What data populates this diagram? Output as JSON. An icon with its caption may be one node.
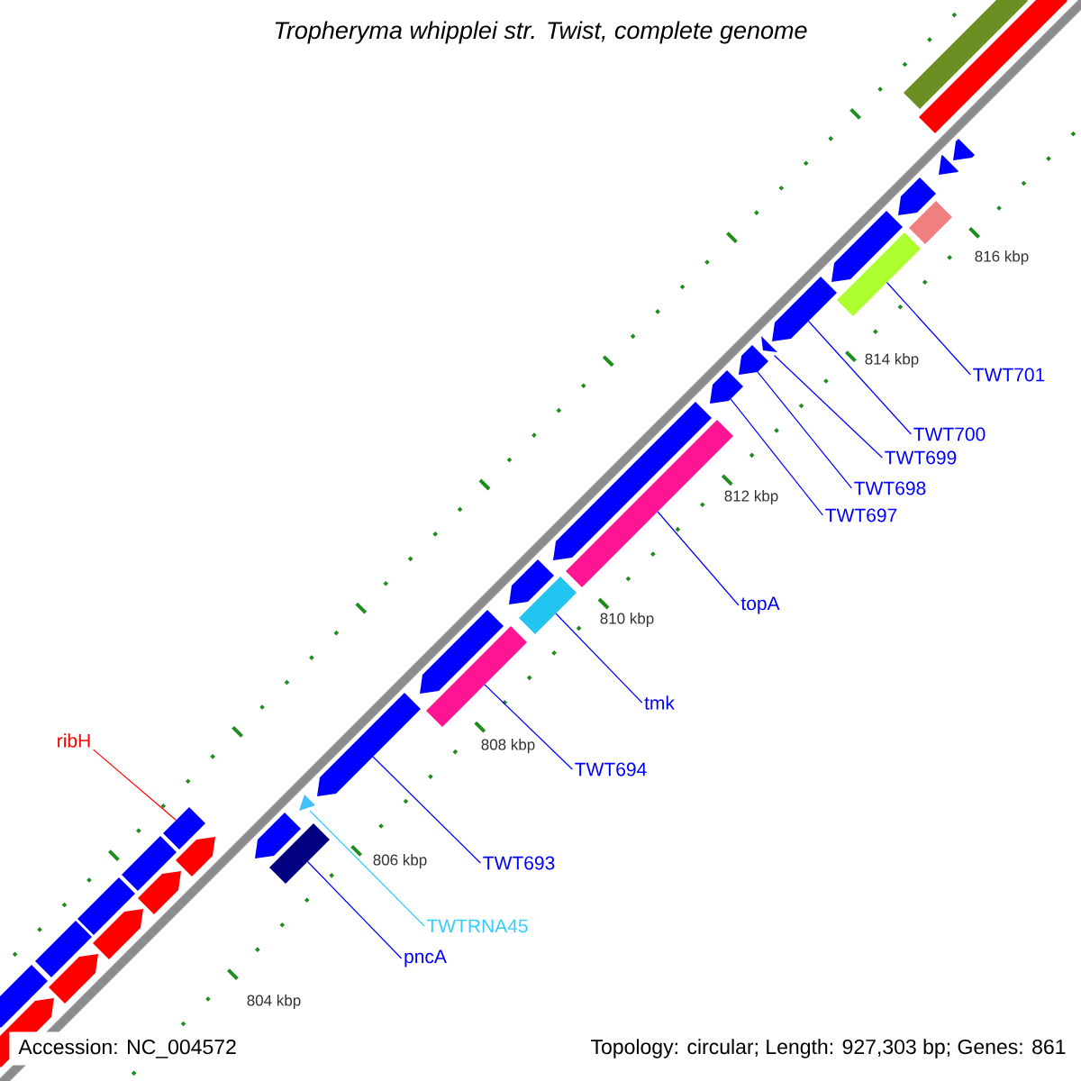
{
  "diagram": {
    "title": "Tropheryma whipplei str. Twist, complete genome",
    "nodes": [
      {
        "text": [
          "TWT701"
        ]
      },
      {
        "text": [
          "TWT700"
        ]
      },
      {
        "text": [
          "TWT699"
        ]
      },
      {
        "text": [
          "TWT698"
        ]
      },
      {
        "text": [
          "TWT697"
        ]
      },
      {
        "text": [
          "topA"
        ]
      },
      {
        "text": [
          "tmk"
        ]
      },
      {
        "text": [
          "ribH"
        ]
      },
      {
        "text": [
          "TWT694"
        ]
      },
      {
        "text": [
          "TWT693"
        ]
      },
      {
        "text": [
          "TWTRNA45"
        ]
      },
      {
        "text": [
          "pncA"
        ]
      },
      {
        "text": [],
        "shape": "bar"
      },
      {
        "text": [],
        "shape": "pentagon"
      },
      {
        "text": [],
        "shape": "bar"
      },
      {
        "text": [],
        "shape": "pentagon"
      },
      {
        "text": [],
        "shape": "bar"
      },
      {
        "text": [],
        "shape": "pentagon"
      },
      {
        "text": [],
        "shape": "bar"
      },
      {
        "text": [],
        "shape": "pentagon"
      },
      {
        "text": [],
        "shape": "bar"
      },
      {
        "text": [],
        "shape": "pentagon"
      },
      {
        "text": [],
        "shape": "pentagon"
      },
      {
        "text": [],
        "shape": "bar"
      },
      {
        "text": [],
        "shape": "pentagon"
      },
      {
        "text": [],
        "shape": "pentagon"
      },
      {
        "text": [],
        "shape": "bar"
      },
      {
        "text": [],
        "shape": "pentagon"
      },
      {
        "text": [],
        "shape": "pentagon"
      },
      {
        "text": [],
        "shape": "bar"
      },
      {
        "text": [],
        "shape": "pentagon"
      },
      {
        "text": [],
        "shape": "bar"
      },
      {
        "text": [],
        "shape": "pentagon"
      },
      {
        "text": [],
        "shape": "pentagon"
      },
      {
        "text": [],
        "shape": "pentagon"
      },
      {
        "text": [],
        "shape": "pentagon"
      },
      {
        "text": [],
        "shape": "bar"
      },
      {
        "text": [],
        "shape": "pentagon"
      },
      {
        "text": [],
        "shape": "pentagon"
      },
      {
        "text": [],
        "shape": "bar"
      },
      {
        "text": [],
        "shape": "pentagon"
      },
      {
        "text": [],
        "shape": "pentagon"
      },
      {
        "text": [],
        "shape": "bar"
      },
      {
        "text": [],
        "shape": "bar"
      }
    ],
    "edges": [
      {
        "from": 0,
        "to": 36,
        "arrow": "none"
      },
      {
        "from": 1,
        "to": 35,
        "arrow": "none"
      },
      {
        "from": 2,
        "to": 34,
        "arrow": "none"
      },
      {
        "from": 3,
        "to": 33,
        "arrow": "none"
      },
      {
        "from": 4,
        "to": 32,
        "arrow": "none"
      },
      {
        "from": 5,
        "to": 31,
        "arrow": "none"
      },
      {
        "from": 6,
        "to": 29,
        "arrow": "none"
      },
      {
        "from": 7,
        "to": 20,
        "arrow": "none",
        "color": "#ff0000"
      },
      {
        "from": 8,
        "to": 26,
        "arrow": "none"
      },
      {
        "from": 9,
        "to": 25,
        "arrow": "none"
      },
      {
        "from": 10,
        "to": 24,
        "arrow": "none",
        "color": "#33ccff"
      },
      {
        "from": 11,
        "to": 23,
        "arrow": "none"
      }
    ],
    "labels": [
      "804 kbp",
      "806 kbp",
      "808 kbp",
      "810 kbp",
      "812 kbp",
      "814 kbp",
      "816 kbp",
      "Accession: NC_004572",
      "Topology: circular; Length: 927,303 bp; Genes: 861"
    ]
  }
}
